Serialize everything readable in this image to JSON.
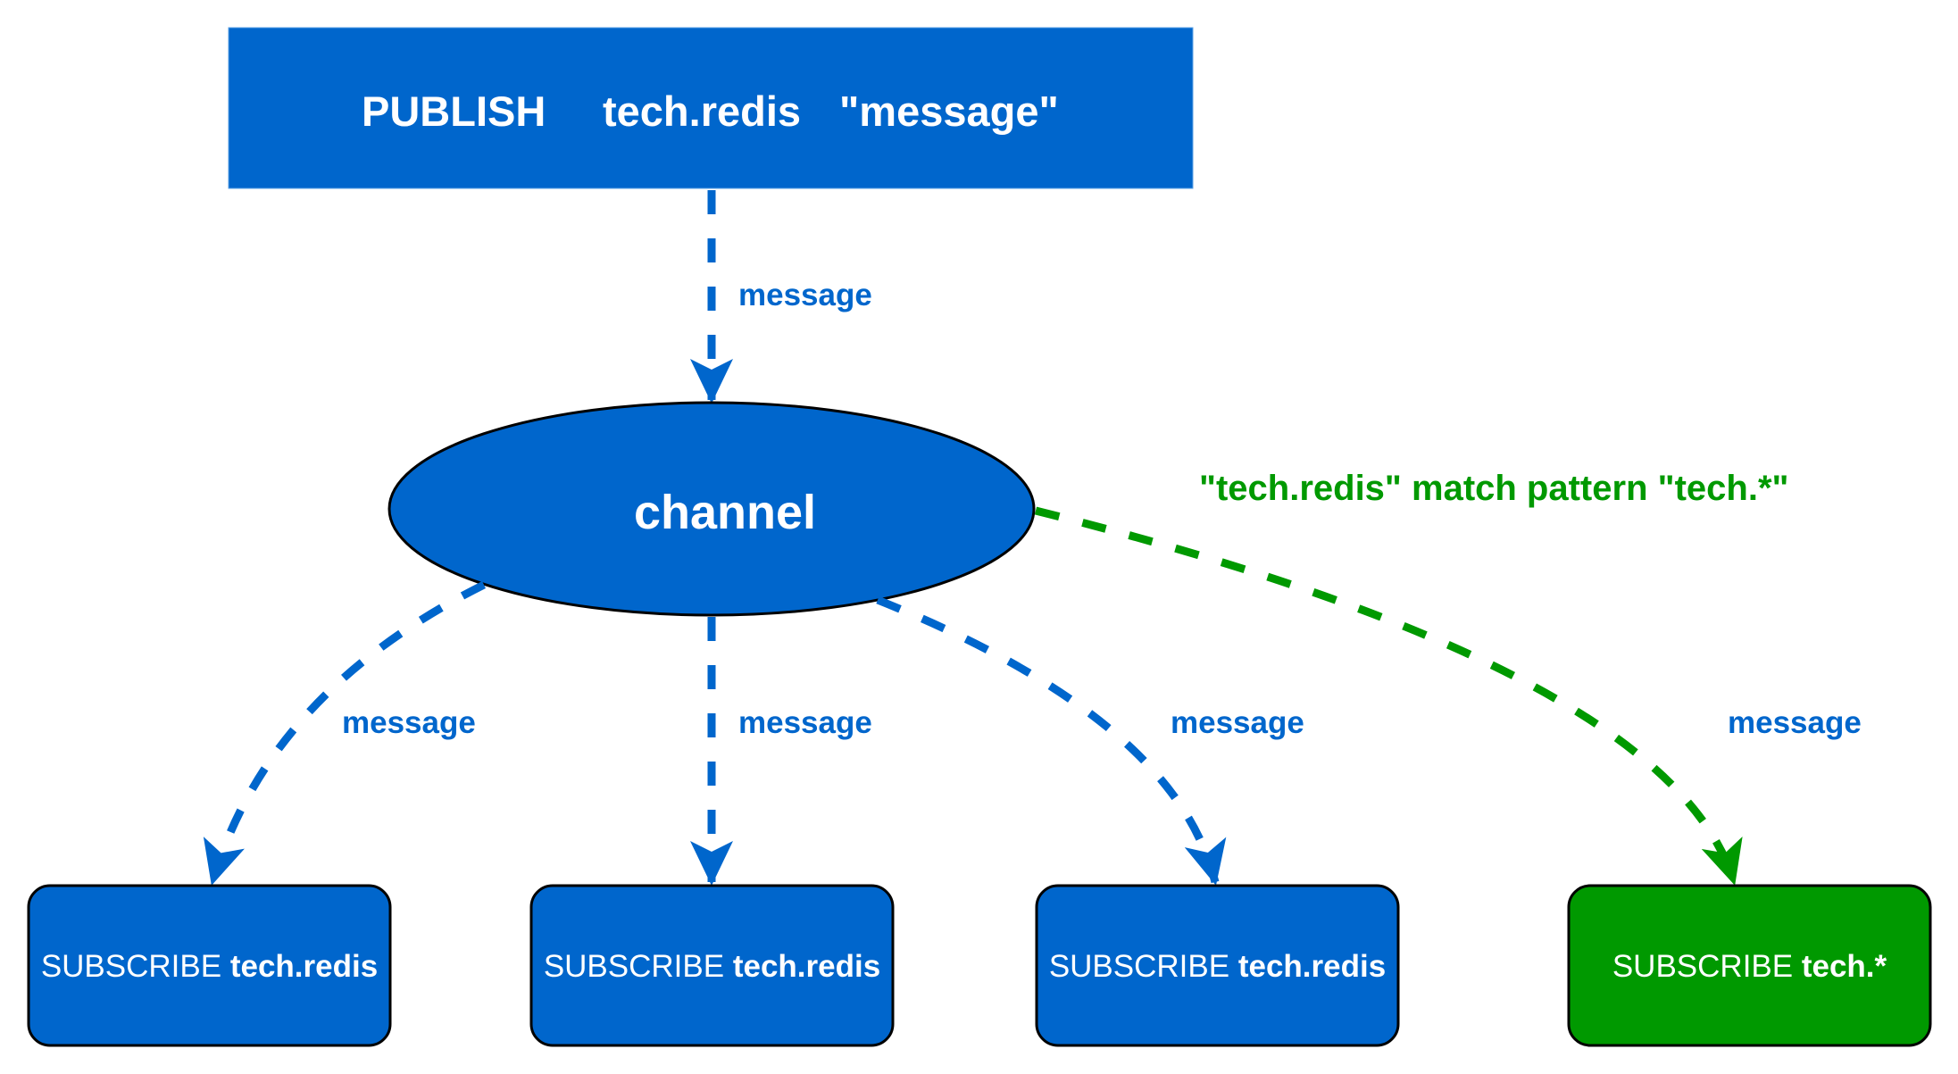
{
  "colors": {
    "blue": "#0066CC",
    "green": "#009900",
    "outline": "#000000",
    "text_on_fill": "#FFFFFF",
    "background": "#FFFFFF"
  },
  "publish": {
    "command": "PUBLISH",
    "channel": "tech.redis",
    "message": "\"message\""
  },
  "channel_node": {
    "label": "channel"
  },
  "edges": {
    "publish_to_channel": {
      "label": "message"
    },
    "to_subscriber_1": {
      "label": "message"
    },
    "to_subscriber_2": {
      "label": "message"
    },
    "to_subscriber_3": {
      "label": "message"
    },
    "to_pattern_subscriber": {
      "label": "message",
      "annotation": "\"tech.redis\" match pattern \"tech.*\""
    }
  },
  "subscribers": [
    {
      "command": "SUBSCRIBE",
      "target": "tech.redis",
      "kind": "channel"
    },
    {
      "command": "SUBSCRIBE",
      "target": "tech.redis",
      "kind": "channel"
    },
    {
      "command": "SUBSCRIBE",
      "target": "tech.redis",
      "kind": "channel"
    },
    {
      "command": "SUBSCRIBE",
      "target": "tech.*",
      "kind": "pattern"
    }
  ]
}
